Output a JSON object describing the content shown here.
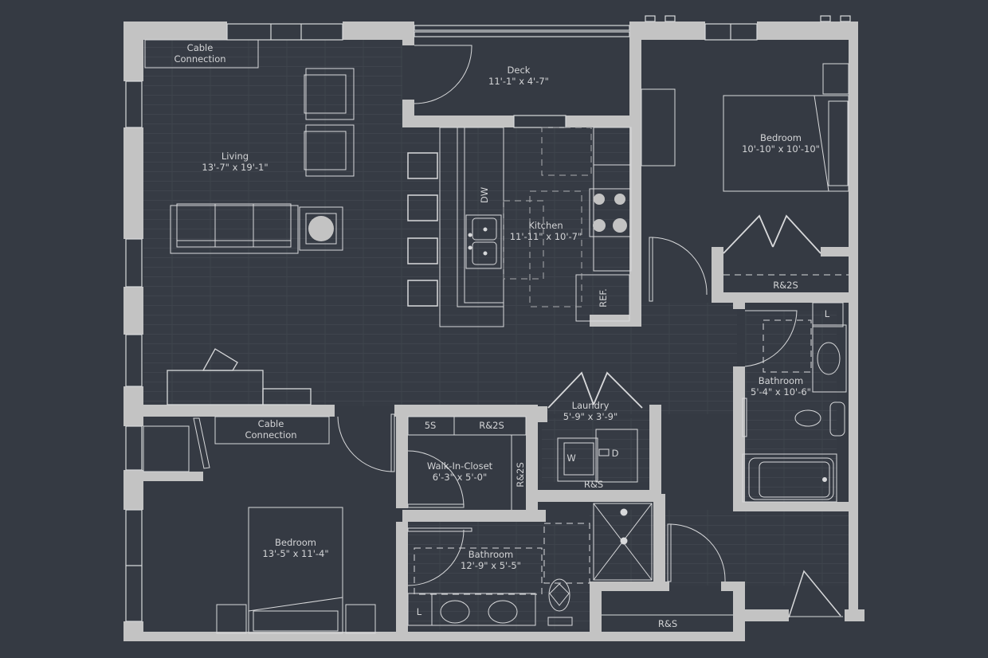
{
  "colors": {
    "background": "#353a43",
    "wall": "#c3c3c3",
    "line": "#d8d9db",
    "text": "#d3d4d6"
  },
  "rooms": [
    {
      "id": "living",
      "name": "Living",
      "dims": "13'-7\" x 19'-1\""
    },
    {
      "id": "deck",
      "name": "Deck",
      "dims": "11'-1\" x 4'-7\""
    },
    {
      "id": "kitchen",
      "name": "Kitchen",
      "dims": "11'-11\" x 10'-7\""
    },
    {
      "id": "bedroom-2",
      "name": "Bedroom",
      "dims": "10'-10\" x 10'-10\""
    },
    {
      "id": "bathroom-2",
      "name": "Bathroom",
      "dims": "5'-4\" x 10'-6\""
    },
    {
      "id": "laundry",
      "name": "Laundry",
      "dims": "5'-9\" x 3'-9\""
    },
    {
      "id": "walk-in-closet",
      "name": "Walk-In-Closet",
      "dims": "6'-3\" x 5'-0\""
    },
    {
      "id": "bedroom-1",
      "name": "Bedroom",
      "dims": "13'-5\" x 11'-4\""
    },
    {
      "id": "bathroom-1",
      "name": "Bathroom",
      "dims": "12'-9\" x 5'-5\""
    }
  ],
  "annotations": {
    "cable_living": [
      "Cable",
      "Connection"
    ],
    "cable_bedroom": [
      "Cable",
      "Connection"
    ],
    "dishwasher": "DW",
    "refrigerator": "REF.",
    "bed2_closet": "R&2S",
    "bath2_linen": "L",
    "laundry_washer": "W",
    "laundry_dryer": "D",
    "laundry_shelf": "R&S",
    "closet_5s": "5S",
    "closet_r2s_top": "R&2S",
    "closet_r2s_side": "R&2S",
    "bath1_linen": "L",
    "hall_closet": "R&S"
  }
}
